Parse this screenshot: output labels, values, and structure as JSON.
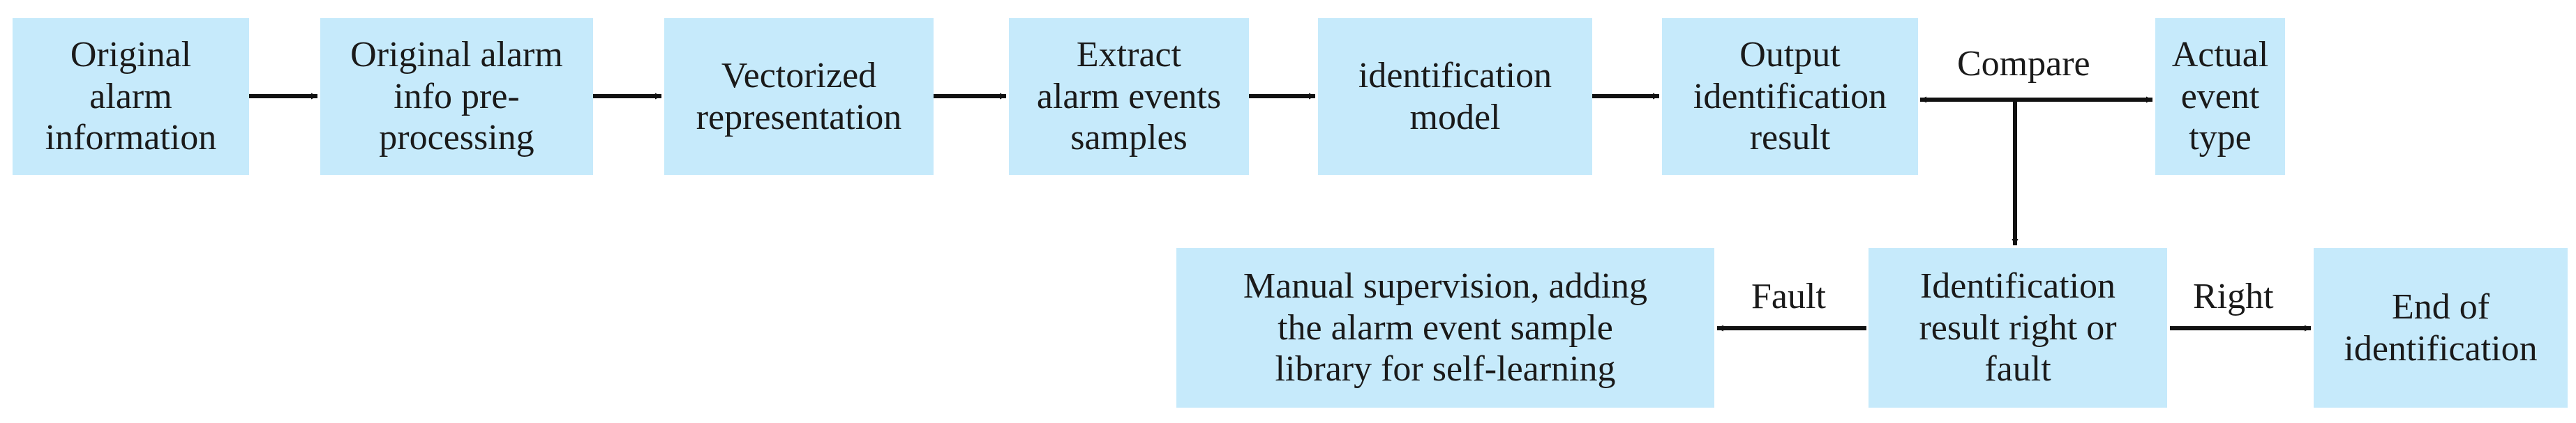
{
  "colors": {
    "box_fill": "#c6eafb",
    "arrow": "#111111"
  },
  "nodes": {
    "original_alarm_information": "Original\nalarm\ninformation",
    "preprocessing": "Original alarm\ninfo pre-\nprocessing",
    "vectorized_representation": "Vectorized\nrepresentation",
    "extract_samples": "Extract\nalarm events\nsamples",
    "identification_model": "identification\nmodel",
    "output_result": "Output\nidentification\nresult",
    "actual_event_type": "Actual\nevent\ntype",
    "right_or_fault": "Identification\nresult right or\nfault",
    "manual_supervision": "Manual supervision, adding\nthe alarm event sample\nlibrary for self-learning",
    "end_of_identification": "End of\nidentification"
  },
  "edge_labels": {
    "compare": "Compare",
    "fault": "Fault",
    "right": "Right"
  }
}
